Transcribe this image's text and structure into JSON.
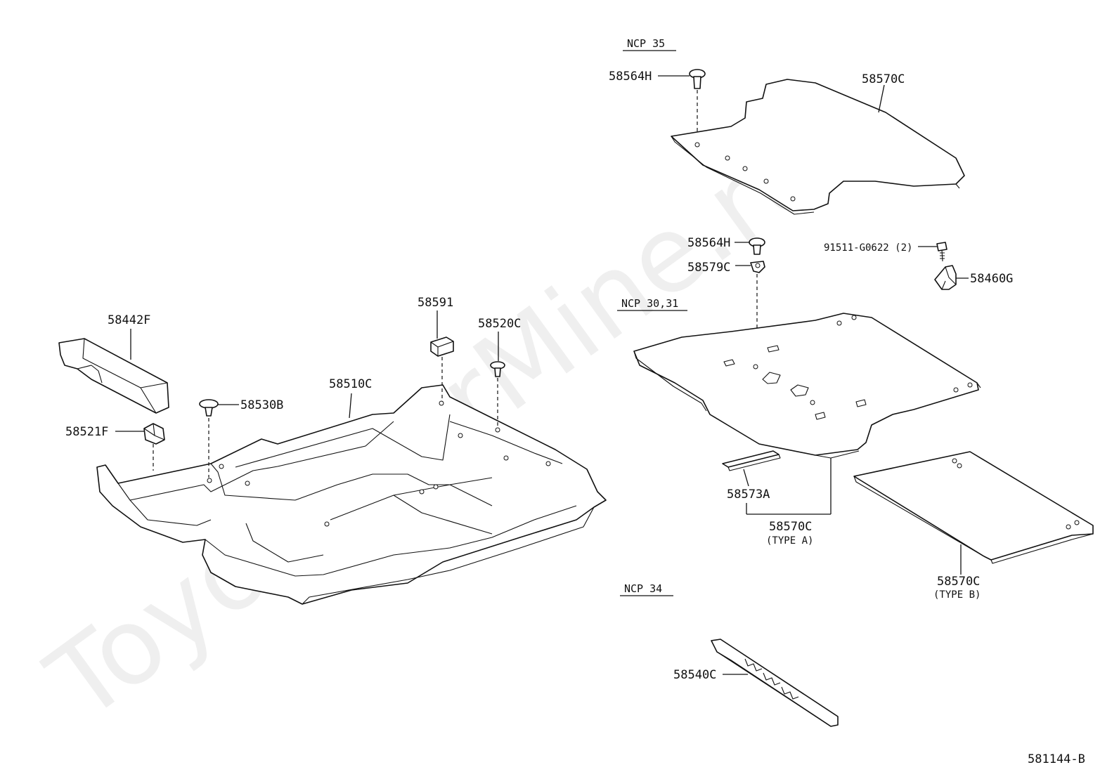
{
  "groups": {
    "ncp35": "NCP 35",
    "ncp3031": "NCP 30,31",
    "ncp34": "NCP 34"
  },
  "parts": {
    "p58442F": "58442F",
    "p58521F": "58521F",
    "p58530B": "58530B",
    "p58510C": "58510C",
    "p58591": "58591",
    "p58520C": "58520C",
    "p58564H_top": "58564H",
    "p58570C_top": "58570C",
    "p58564H_mid": "58564H",
    "p58579C": "58579C",
    "p91511": "91511-G0622 (2)",
    "p58460G": "58460G",
    "p58573A": "58573A",
    "p58570C_a": "58570C",
    "p58570C_a_type": "(TYPE A)",
    "p58570C_b": "58570C",
    "p58570C_b_type": "(TYPE B)",
    "p58540C": "58540C"
  },
  "diagram_code": "581144-B",
  "watermark": "ToyotaCarMine.ru"
}
